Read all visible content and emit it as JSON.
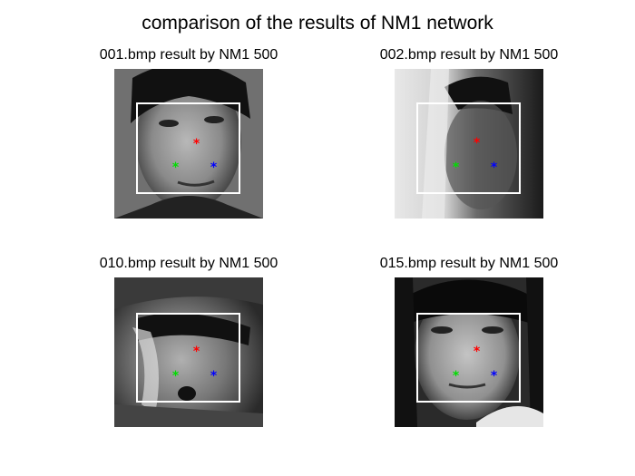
{
  "figure": {
    "title": "comparison of the results of NM1 network"
  },
  "panels": [
    {
      "title": "001.bmp result by NM1 500",
      "image": "grayscale-face-photo"
    },
    {
      "title": "002.bmp result by NM1 500",
      "image": "grayscale-face-photo"
    },
    {
      "title": "010.bmp result by NM1 500",
      "image": "grayscale-face-photo"
    },
    {
      "title": "015.bmp result by NM1 500",
      "image": "grayscale-face-photo"
    }
  ],
  "markers": {
    "symbol": "*",
    "nose_color": "#ff0000",
    "left_mouth_color": "#00dd00",
    "right_mouth_color": "#0000ff"
  },
  "colors": {
    "box": "#ffffff",
    "background": "#ffffff"
  }
}
